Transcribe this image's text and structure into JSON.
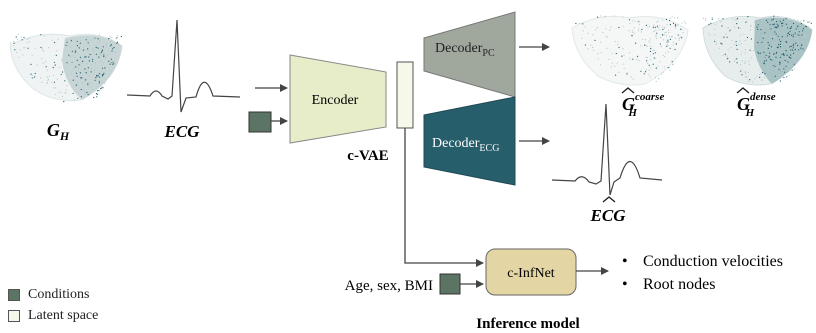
{
  "colors": {
    "encoder": "#e8edc9",
    "decoder_pc": "#a0a89e",
    "decoder_ecg": "#275e6b",
    "condition": "#5b7463",
    "latent": "#f6f8ea",
    "infnet": "#e3d6a4",
    "arrow": "#444444",
    "point_light": "#b8c9c9",
    "point_dark": "#1f5d6b"
  },
  "inputs": {
    "heart_label_main": "G",
    "heart_label_sub": "H",
    "ecg_label": "ECG"
  },
  "cvae": {
    "encoder_label": "Encoder",
    "decoder_pc_main": "Decoder",
    "decoder_pc_sub": "PC",
    "decoder_ecg_main": "Decoder",
    "decoder_ecg_sub": "ECG",
    "caption": "c-VAE"
  },
  "outputs": {
    "coarse_main": "G",
    "coarse_sup": "coarse",
    "coarse_sub": "H",
    "dense_main": "G",
    "dense_sup": "dense",
    "dense_sub": "H",
    "ecg_hat_label": "ECG"
  },
  "inference": {
    "node_label": "c-InfNet",
    "conditions_input": "Age, sex, BMI",
    "outputs": [
      "Conduction velocities",
      "Root nodes"
    ],
    "caption": "Inference model"
  },
  "legend": {
    "conditions": "Conditions",
    "latent": "Latent space"
  }
}
